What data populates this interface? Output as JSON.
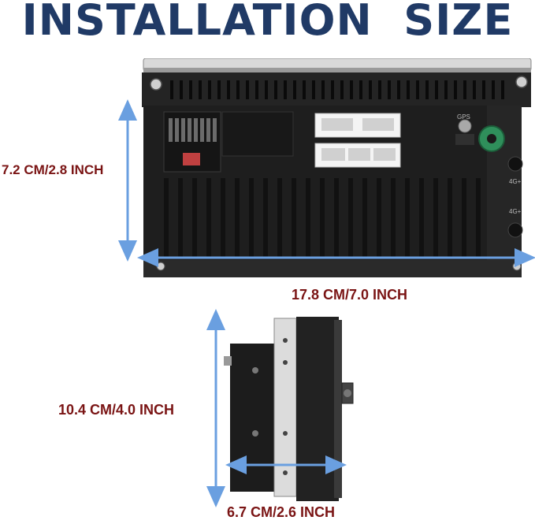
{
  "title": "INSTALLATION  SIZE",
  "dimensions": {
    "height": "7.2 CM/2.8 INCH",
    "width": "17.8 CM/7.0 INCH",
    "depth_total": "10.4 CM/4.0 INCH",
    "depth_box": "6.7 CM/2.6 INCH"
  },
  "panel_labels": {
    "gps": "GPS",
    "port_1": "4G+",
    "port_2": "4G+"
  },
  "colors": {
    "title": "#203a66",
    "dimension_text": "#7a1414",
    "arrow": "#6a9fe0",
    "unit_body": "#1c1c1c"
  }
}
